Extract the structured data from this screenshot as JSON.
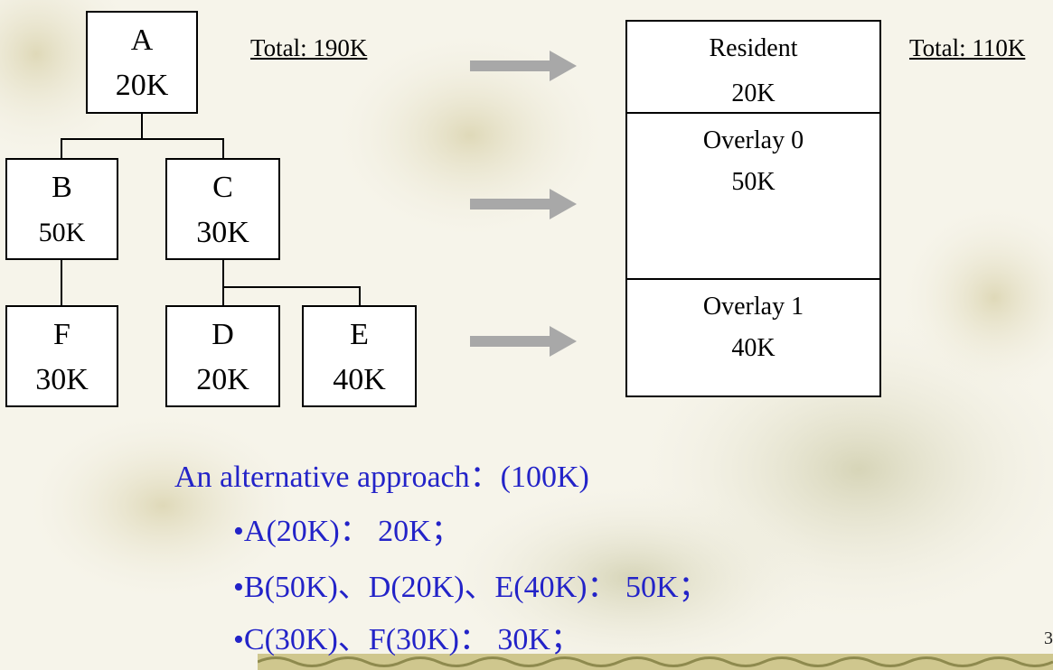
{
  "tree": {
    "total_label": "Total: 190K",
    "nodes": {
      "A": {
        "name": "A",
        "size": "20K"
      },
      "B": {
        "name": "B",
        "size": "50K"
      },
      "C": {
        "name": "C",
        "size": "30K"
      },
      "D": {
        "name": "D",
        "size": "20K"
      },
      "E": {
        "name": "E",
        "size": "40K"
      },
      "F": {
        "name": "F",
        "size": "30K"
      }
    }
  },
  "memory": {
    "total_label": "Total: 110K",
    "segments": [
      {
        "name": "Resident",
        "size": "20K"
      },
      {
        "name": "Overlay 0",
        "size": "50K"
      },
      {
        "name": "Overlay 1",
        "size": "40K"
      }
    ]
  },
  "alternative": {
    "title": "An alternative approach：(100K)",
    "items": [
      "•A(20K)： 20K；",
      "•B(50K)、D(20K)、E(40K)： 50K；",
      "•C(30K)、F(30K)： 30K；"
    ]
  },
  "page_number": "3",
  "colors": {
    "accent_text": "#2323c8",
    "arrow": "#a8a8a8"
  }
}
